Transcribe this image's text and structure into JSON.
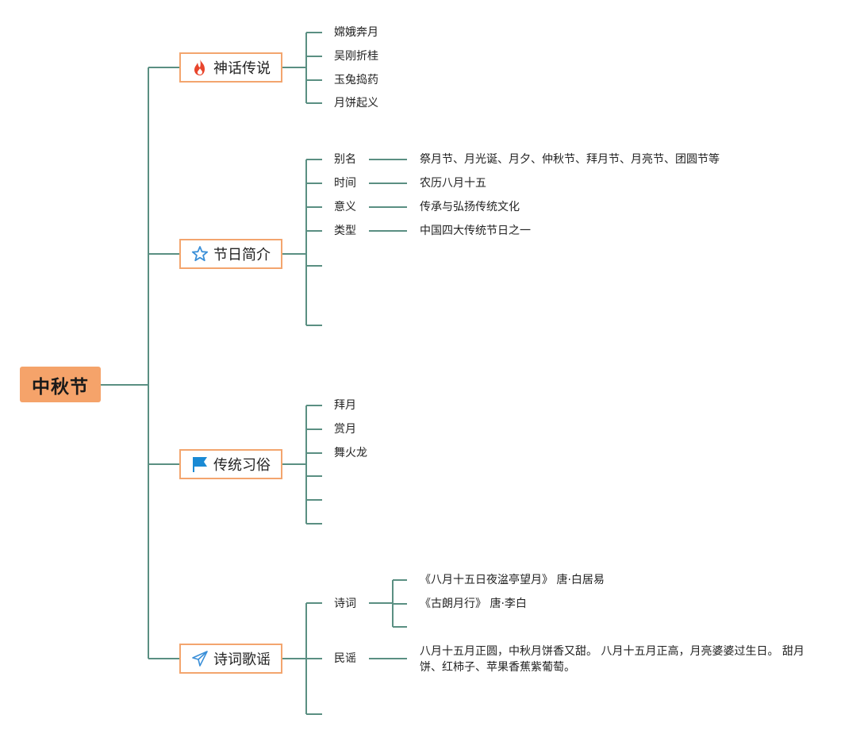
{
  "root": {
    "label": "中秋节",
    "color": "#f5a36a"
  },
  "branches": [
    {
      "label": "神话传说",
      "icon": "fire-icon",
      "children": [
        "嫦娥奔月",
        "吴刚折桂",
        "玉兔捣药",
        "月饼起义"
      ]
    },
    {
      "label": "节日简介",
      "icon": "star-icon",
      "children": [
        {
          "label": "别名",
          "value": "祭月节、月光诞、月夕、仲秋节、拜月节、月亮节、团圆节等"
        },
        {
          "label": "时间",
          "value": "农历八月十五"
        },
        {
          "label": "意义",
          "value": "传承与弘扬传统文化"
        },
        {
          "label": "类型",
          "value": "中国四大传统节日之一"
        }
      ]
    },
    {
      "label": "传统习俗",
      "icon": "flag-icon",
      "children": [
        "拜月",
        "赏月",
        "舞火龙"
      ]
    },
    {
      "label": "诗词歌谣",
      "icon": "paper-plane-icon",
      "children": [
        {
          "label": "诗词",
          "items": [
            "《八月十五日夜湓亭望月》 唐·白居易",
            "《古朗月行》 唐·李白"
          ]
        },
        {
          "label": "民谣",
          "value": "八月十五月正圆，中秋月饼香又甜。 八月十五月正高，月亮婆婆过生日。 甜月饼、红柿子、苹果香蕉紫葡萄。"
        }
      ]
    }
  ],
  "colors": {
    "connector": "#5a8f82",
    "branch_border": "#f3a56e",
    "fire": "#e8452c",
    "star": "#3a8fd8",
    "flag": "#1a8ad4",
    "plane": "#3a8fd8"
  }
}
